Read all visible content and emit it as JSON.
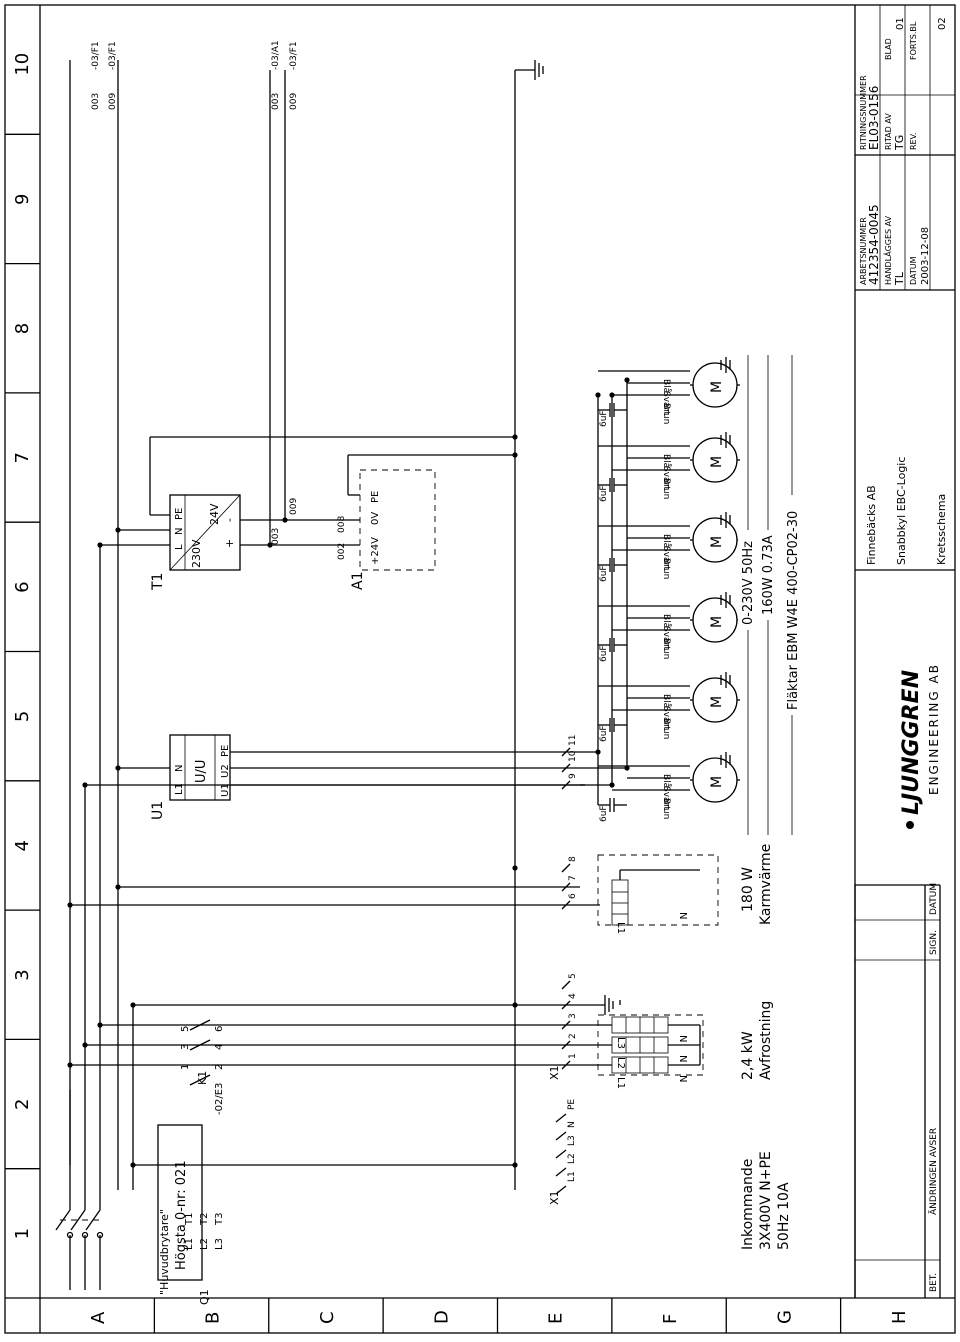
{
  "frame": {
    "columns": [
      "1",
      "2",
      "3",
      "4",
      "5",
      "6",
      "7",
      "8",
      "9",
      "10"
    ],
    "rows": [
      "A",
      "B",
      "C",
      "D",
      "E",
      "F",
      "G",
      "H"
    ]
  },
  "main_switch": {
    "name": "\"Huvudbrytare\"",
    "ref": "Q1",
    "pins_in": [
      "L1",
      "L2",
      "L3"
    ],
    "pins_out": [
      "T1",
      "T2",
      "T3"
    ]
  },
  "contactor": {
    "ref": "K1",
    "crossref": "-02/E3",
    "pins_a": [
      "1",
      "3",
      "5"
    ],
    "pins_b": [
      "2",
      "4",
      "6"
    ]
  },
  "terminals": {
    "ref_left": "X1",
    "ref_mid": "X1",
    "supply_labels": [
      "L1",
      "L2",
      "L3",
      "N",
      "PE"
    ],
    "numbers": [
      "1",
      "2",
      "3",
      "4",
      "5",
      "6",
      "7",
      "8",
      "9",
      "10",
      "11"
    ]
  },
  "supply_text": {
    "line1": "Inkommande",
    "line2": "3X400V N+PE",
    "line3": "50Hz 10A"
  },
  "defrost": {
    "coil_labels": [
      "L1",
      "L2",
      "L3"
    ],
    "neutral": "N",
    "power": "2,4 kW",
    "name": "Avfrostning"
  },
  "drip_heater": {
    "coil_label": "L1",
    "neutral": "N",
    "power": "180 W",
    "name": "Karmvärme"
  },
  "u1": {
    "ref": "U1",
    "pins_top": [
      "L1",
      "N"
    ],
    "symbol": "U/U",
    "pins_bottom": [
      "U1",
      "U2",
      "PE"
    ]
  },
  "t1": {
    "ref": "T1",
    "pins_top": [
      "L",
      "N",
      "PE"
    ],
    "in_voltage": "230V",
    "out_voltage": "24V",
    "plus": "+",
    "minus": "-",
    "out_wires": [
      "003",
      "009"
    ]
  },
  "a1": {
    "ref": "A1",
    "wires": [
      "002",
      "008"
    ],
    "pins": [
      "+24V",
      "0V",
      "PE"
    ]
  },
  "fans": {
    "capacitor": "6uF",
    "wires": [
      "Brun",
      "Svart",
      "Blå"
    ],
    "motor": "M",
    "voltage": "0-230V  50Hz",
    "rating": "160W  0.73A",
    "model": "Fläktar EBM W4E 400-CP02-30"
  },
  "crossrefs": {
    "top_left": [
      [
        "003",
        "-03/F1"
      ],
      [
        "009",
        "-03/F1"
      ]
    ],
    "top_right": [
      [
        "003",
        "-03/A1"
      ],
      [
        "009",
        "-03/F1"
      ]
    ]
  },
  "max_zero": "Högsta 0-nr: 021",
  "revision_table": {
    "headers": [
      "BET.",
      "ÄNDRINGEN AVSER",
      "SIGN.",
      "DATUM"
    ]
  },
  "logo": {
    "name": "LJUNGGREN",
    "sub": "ENGINEERING AB"
  },
  "title_block": {
    "customer": "Finnebäcks AB",
    "project": "Snabbkyl EBC-Logic",
    "drawing_type": "Kretsschema",
    "job_no_label": "ARBETSNUMMER",
    "job_no": "412354-0045",
    "handled_label": "HANDLÄGGES AV",
    "handled": "TL",
    "date_label": "DATUM",
    "date": "2003-12-08",
    "drawing_no_label": "RITNINGSNUMMER",
    "drawing_no": "EL03-0156",
    "drawn_label": "RITAD AV",
    "drawn": "TG",
    "sheet_label": "BLAD",
    "sheet": "01",
    "rev_label": "REV.",
    "rev": "",
    "cont_label": "FORTS.BL",
    "cont": "02"
  }
}
